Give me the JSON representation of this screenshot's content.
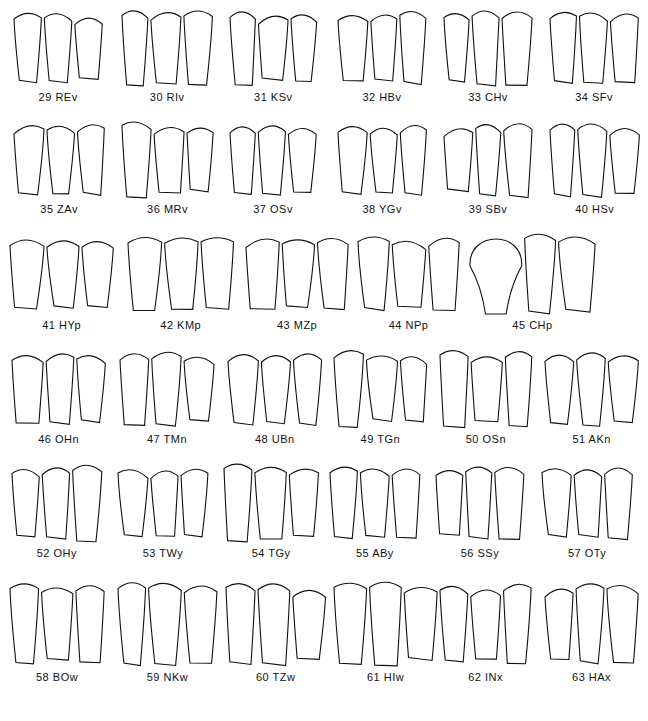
{
  "diagram": {
    "labels": [
      "29 REv",
      "30 RIv",
      "31 KSv",
      "32 HBv",
      "33 CHv",
      "34 SFv",
      "35 ZAv",
      "36 MRv",
      "37 OSv",
      "38 YGv",
      "39 SBv",
      "40 HSv",
      "41 HYp",
      "42 KMp",
      "43 MZp",
      "44 NPp",
      "45 CHp",
      "46 OHn",
      "47 TMn",
      "48 UBn",
      "49 TGn",
      "50 OSn",
      "51 AKn",
      "52 OHy",
      "53 TWy",
      "54 TGy",
      "55 ABy",
      "56 SSy",
      "57 OTy",
      "58 BOw",
      "59 NKw",
      "60 TZw",
      "61 HIw",
      "62 INx",
      "63 HAx"
    ]
  }
}
